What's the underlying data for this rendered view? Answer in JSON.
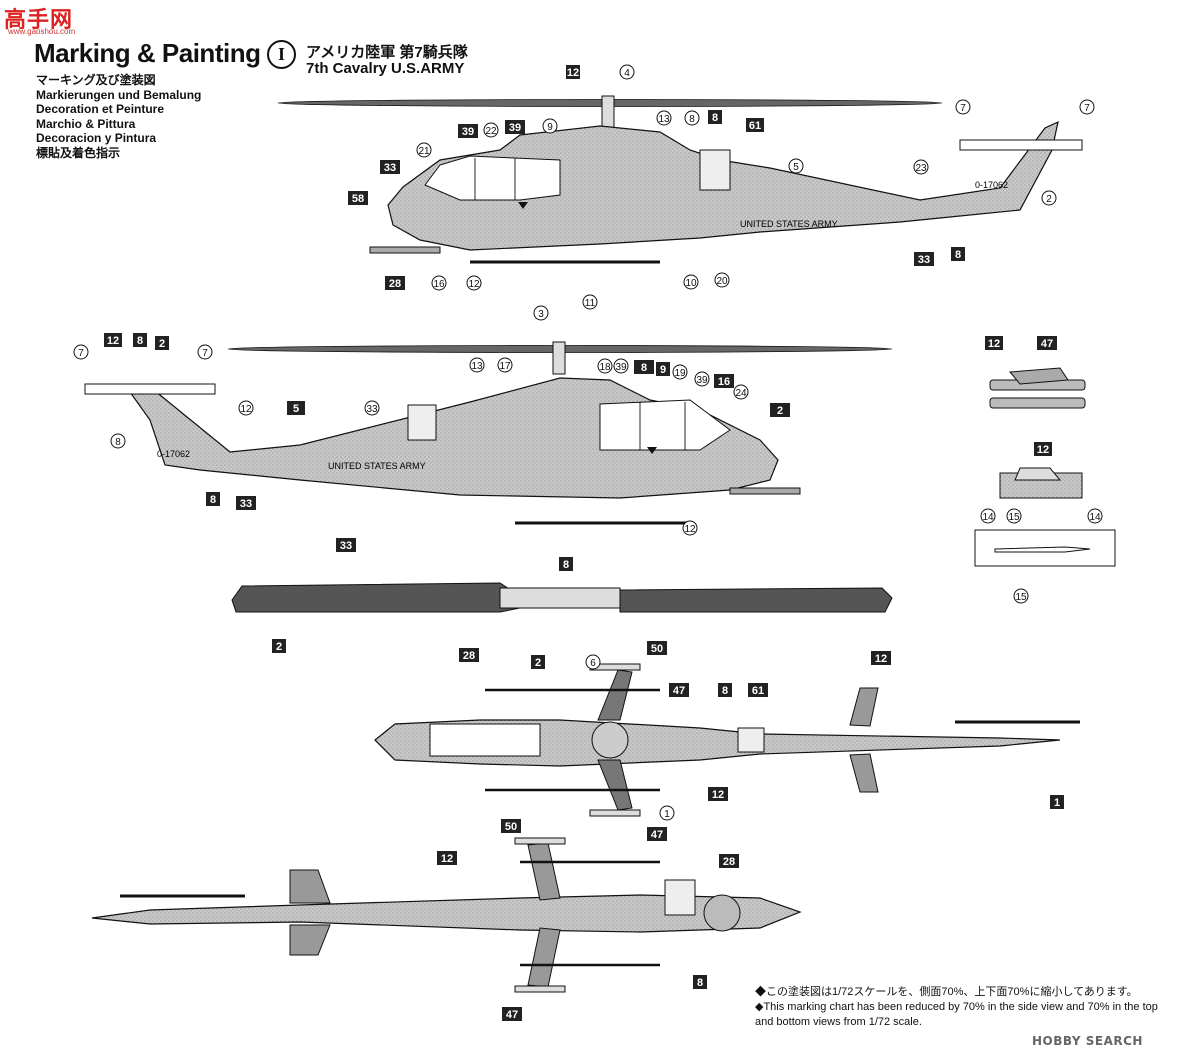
{
  "watermark": {
    "logo": "高手网",
    "url": "www.gaoshou.com",
    "corner": "HOBBY SEARCH"
  },
  "header": {
    "title": "Marking & Painting",
    "subtitles": [
      "マーキング及び塗装図",
      "Markierungen und Bemalung",
      "Decoration et Peinture",
      "Marchio & Pittura",
      "Decoracion y Pintura",
      "標貼及着色指示"
    ],
    "scheme_number": "I",
    "unit_jp": "アメリカ陸軍 第7騎兵隊",
    "unit_en": "7th Cavalry  U.S.ARMY"
  },
  "aircraft": {
    "serial": "0-17062",
    "fuselage_text": "UNITED STATES ARMY"
  },
  "callouts": {
    "side_left": [
      "12",
      "4",
      "13",
      "8",
      "8",
      "61",
      "7",
      "7",
      "39",
      "22",
      "39",
      "9",
      "33",
      "21",
      "5",
      "23",
      "2",
      "58",
      "33",
      "8",
      "28",
      "16",
      "12",
      "11",
      "10",
      "20"
    ],
    "side_right": [
      "3",
      "12",
      "8",
      "2",
      "7",
      "7",
      "8",
      "13",
      "17",
      "18",
      "39",
      "8",
      "9",
      "19",
      "39",
      "16",
      "24",
      "12",
      "5",
      "33",
      "2",
      "8",
      "33",
      "12"
    ],
    "rotor": [
      "33",
      "8",
      "2"
    ],
    "top_view": [
      "28",
      "2",
      "6",
      "50",
      "12",
      "47",
      "8",
      "61",
      "12",
      "1",
      "1",
      "47"
    ],
    "bottom_view": [
      "50",
      "12",
      "28",
      "8",
      "47"
    ],
    "parts": [
      "12",
      "47",
      "12",
      "14",
      "15",
      "14",
      "15"
    ]
  },
  "notes": [
    "◆この塗装図は1/72スケールを、側面70%、上下面70%に縮小してあります。",
    "◆This marking chart has been reduced by 70% in the side view and 70% in the top and bottom views from 1/72 scale."
  ]
}
